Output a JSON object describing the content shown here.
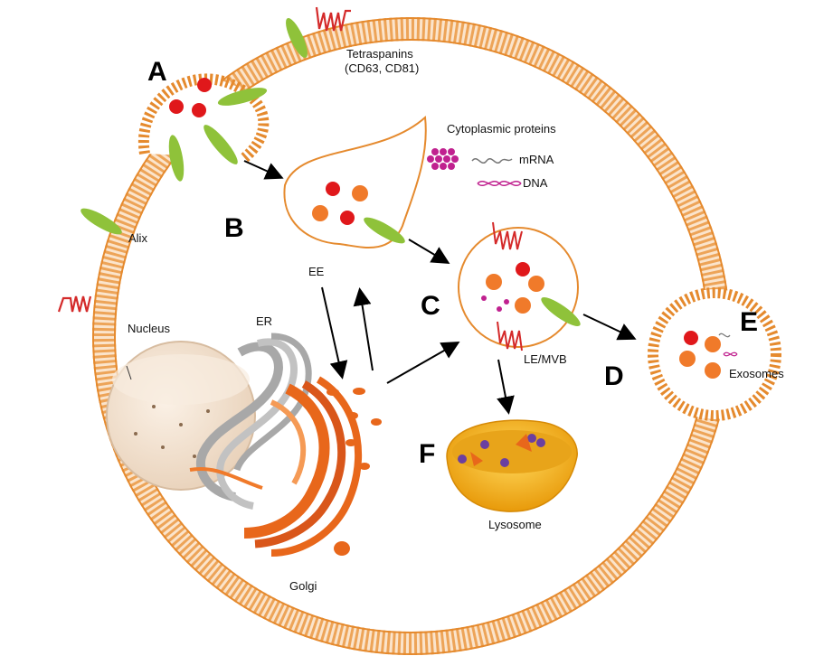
{
  "letters": {
    "a": "A",
    "b": "B",
    "c": "C",
    "d": "D",
    "e": "E",
    "f": "F"
  },
  "labels": {
    "tetraspanins_line1": "Tetraspanins",
    "tetraspanins_line2": "(CD63, CD81)",
    "cytoplasmic_proteins": "Cytoplasmic proteins",
    "mrna": "mRNA",
    "dna": "DNA",
    "alix": "Alix",
    "ee": "EE",
    "nucleus": "Nucleus",
    "er": "ER",
    "le_mvb": "LE/MVB",
    "exosomes": "Exosomes",
    "lysosome": "Lysosome",
    "golgi": "Golgi"
  },
  "colors": {
    "membrane": "#e58a2e",
    "membrane_light": "#f6c48b",
    "cargo_red": "#e0181b",
    "cargo_orange": "#f07a2a",
    "alix_green": "#8fc23a",
    "tetraspanin_red": "#d42a2a",
    "protein_magenta": "#c0218f",
    "lysosome_yellow": "#f4b51a",
    "lysosome_purple": "#6b3fa0",
    "nucleus_beige": "#f3e2cf",
    "er_gray": "#a8a8a8",
    "golgi_orange": "#e8671b"
  }
}
